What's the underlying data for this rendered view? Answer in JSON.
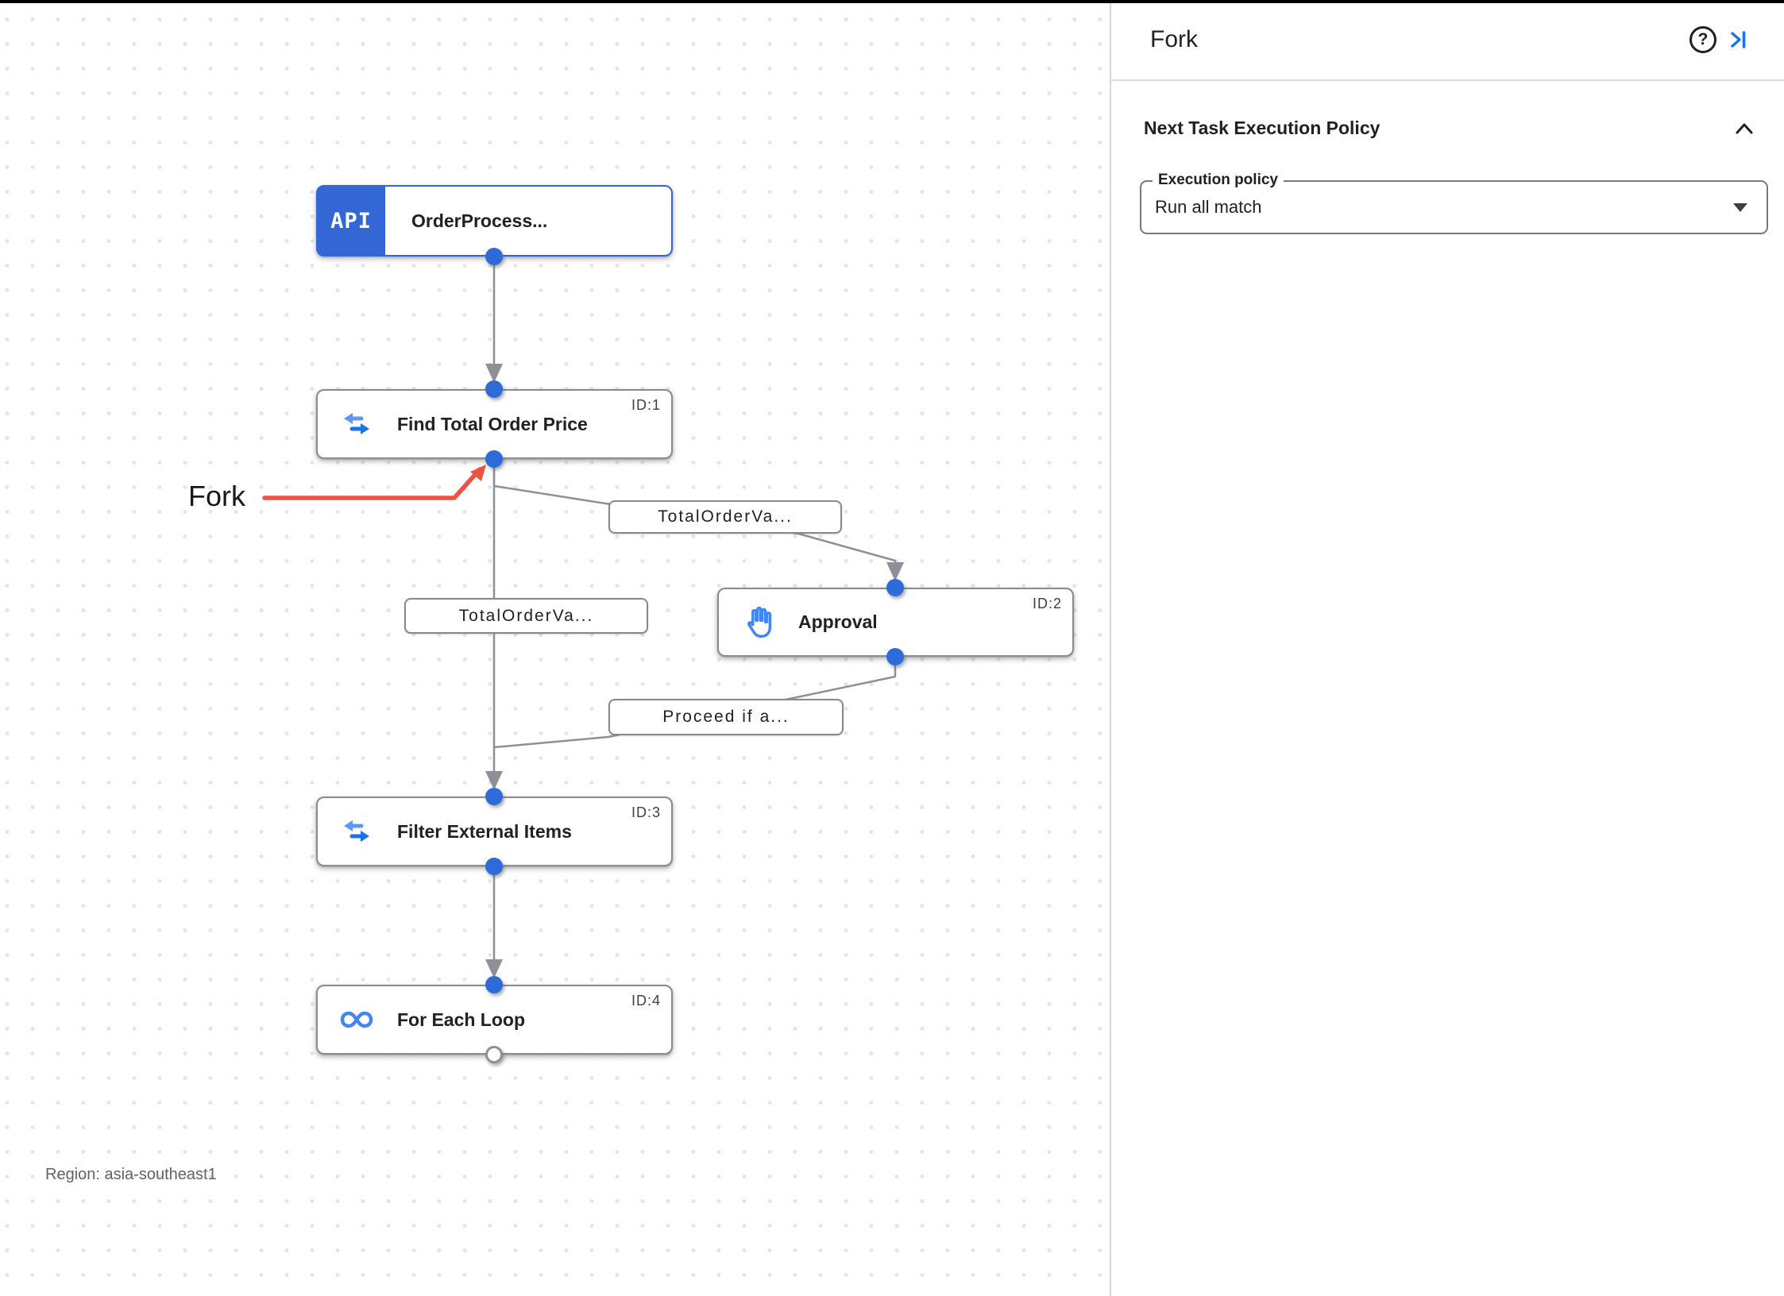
{
  "canvas": {
    "region_label": "Region: asia-southeast1",
    "annotation": {
      "label": "Fork"
    }
  },
  "nodes": {
    "trigger": {
      "badge": "API",
      "title": "OrderProcess..."
    },
    "find": {
      "id": "ID:1",
      "title": "Find Total Order Price",
      "icon": "data-mapping"
    },
    "approval": {
      "id": "ID:2",
      "title": "Approval",
      "icon": "hand"
    },
    "filter": {
      "id": "ID:3",
      "title": "Filter External Items",
      "icon": "data-mapping"
    },
    "foreach": {
      "id": "ID:4",
      "title": "For Each Loop",
      "icon": "loop"
    }
  },
  "edge_labels": {
    "to_approval": "TotalOrderVa...",
    "to_filter": "TotalOrderVa...",
    "from_approval": "Proceed if a..."
  },
  "panel": {
    "title": "Fork",
    "help_glyph": "?",
    "section_title": "Next Task Execution Policy",
    "execution_policy": {
      "label": "Execution policy",
      "value": "Run all match"
    }
  },
  "colors": {
    "accent_blue": "#1a73e8",
    "trigger_blue": "#3367d6",
    "port_blue": "#2e6bd9",
    "edge_gray": "#8d9195",
    "annotation_red": "#ef5145"
  }
}
